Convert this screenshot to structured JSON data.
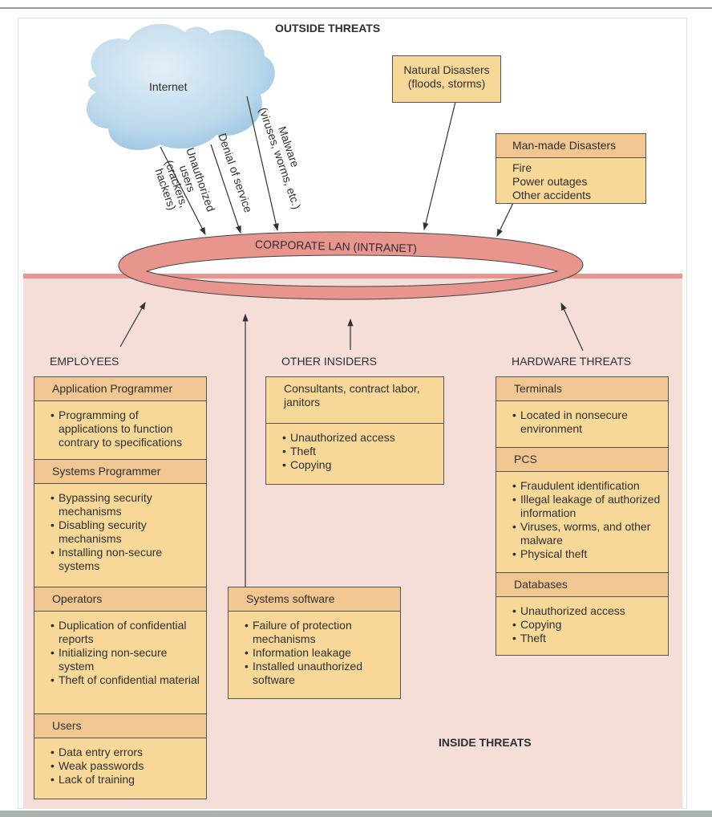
{
  "titles": {
    "outside": "OUTSIDE THREATS",
    "inside": "INSIDE THREATS",
    "employees": "EMPLOYEES",
    "other_insiders": "OTHER INSIDERS",
    "hardware": "HARDWARE THREATS"
  },
  "cloud": {
    "label": "Internet",
    "icon": "cloud-icon"
  },
  "ring": {
    "label": "CORPORATE LAN (INTRANET)"
  },
  "internet_threats": [
    {
      "lines": [
        "Unauthorized",
        "users",
        "(crackers,",
        "hackers)"
      ]
    },
    {
      "lines": [
        "Denial of service"
      ]
    },
    {
      "lines": [
        "Malware",
        "(viruses, worms, etc.)"
      ]
    }
  ],
  "colors": {
    "header": "#f2c690",
    "body": "#f8d898",
    "inside_bg": "#f5ddd8",
    "ring": "#e8958e",
    "cloud": "#bcd9ec"
  },
  "boxes": {
    "natural": {
      "sections": [
        {
          "header": "Natural Disasters\n(floods, storms)",
          "items": []
        }
      ]
    },
    "manmade": {
      "sections": [
        {
          "header": "Man-made Disasters",
          "items": [
            "Fire",
            "Power outages",
            "Other accidents"
          ],
          "bulleted": false
        }
      ]
    },
    "employees": {
      "sections": [
        {
          "header": "Application Programmer",
          "items": [
            "Programming of applications to function contrary to specifications"
          ]
        },
        {
          "header": "Systems Programmer",
          "items": [
            "Bypassing security mechanisms",
            "Disabling security mechanisms",
            "Installing non-secure systems"
          ]
        },
        {
          "header": "Operators",
          "items": [
            "Duplication of confidential reports",
            "Initializing non-secure system",
            "Theft of confidential material"
          ]
        },
        {
          "header": "Users",
          "items": [
            "Data entry errors",
            "Weak passwords",
            "Lack of training"
          ]
        }
      ]
    },
    "other_insiders": {
      "sections": [
        {
          "header": "Consultants, contract labor, janitors",
          "items": [
            "Unauthorized access",
            "Theft",
            "Copying"
          ],
          "plain_header": true
        }
      ]
    },
    "systems_software": {
      "sections": [
        {
          "header": "Systems software",
          "items": [
            "Failure of protection mechanisms",
            "Information leakage",
            "Installed unauthorized software"
          ]
        }
      ]
    },
    "hardware": {
      "sections": [
        {
          "header": "Terminals",
          "items": [
            "Located in nonsecure environment"
          ]
        },
        {
          "header": "PCS",
          "items": [
            "Fraudulent identification",
            "Illegal leakage of authorized information",
            "Viruses, worms, and other malware",
            "Physical theft"
          ]
        },
        {
          "header": "Databases",
          "items": [
            "Unauthorized access",
            "Copying",
            "Theft"
          ]
        }
      ]
    }
  }
}
